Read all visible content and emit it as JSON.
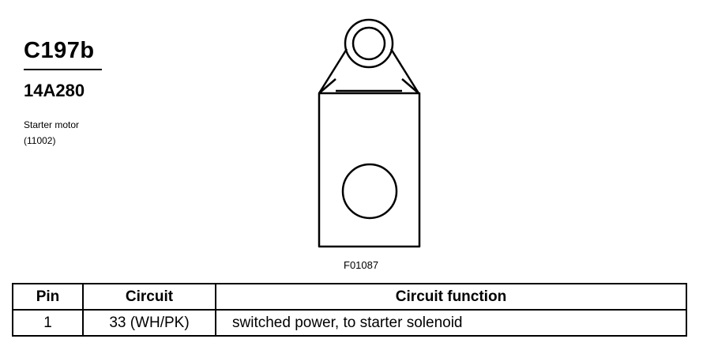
{
  "connector": {
    "id": "C197b",
    "part_number": "14A280",
    "component_name": "Starter motor",
    "component_number": "(11002)"
  },
  "figure": {
    "id": "F01087"
  },
  "pin_table": {
    "headers": [
      "Pin",
      "Circuit",
      "Circuit function"
    ],
    "rows": [
      {
        "pin": "1",
        "circuit": "33 (WH/PK)",
        "function": "switched power, to starter solenoid"
      }
    ]
  }
}
